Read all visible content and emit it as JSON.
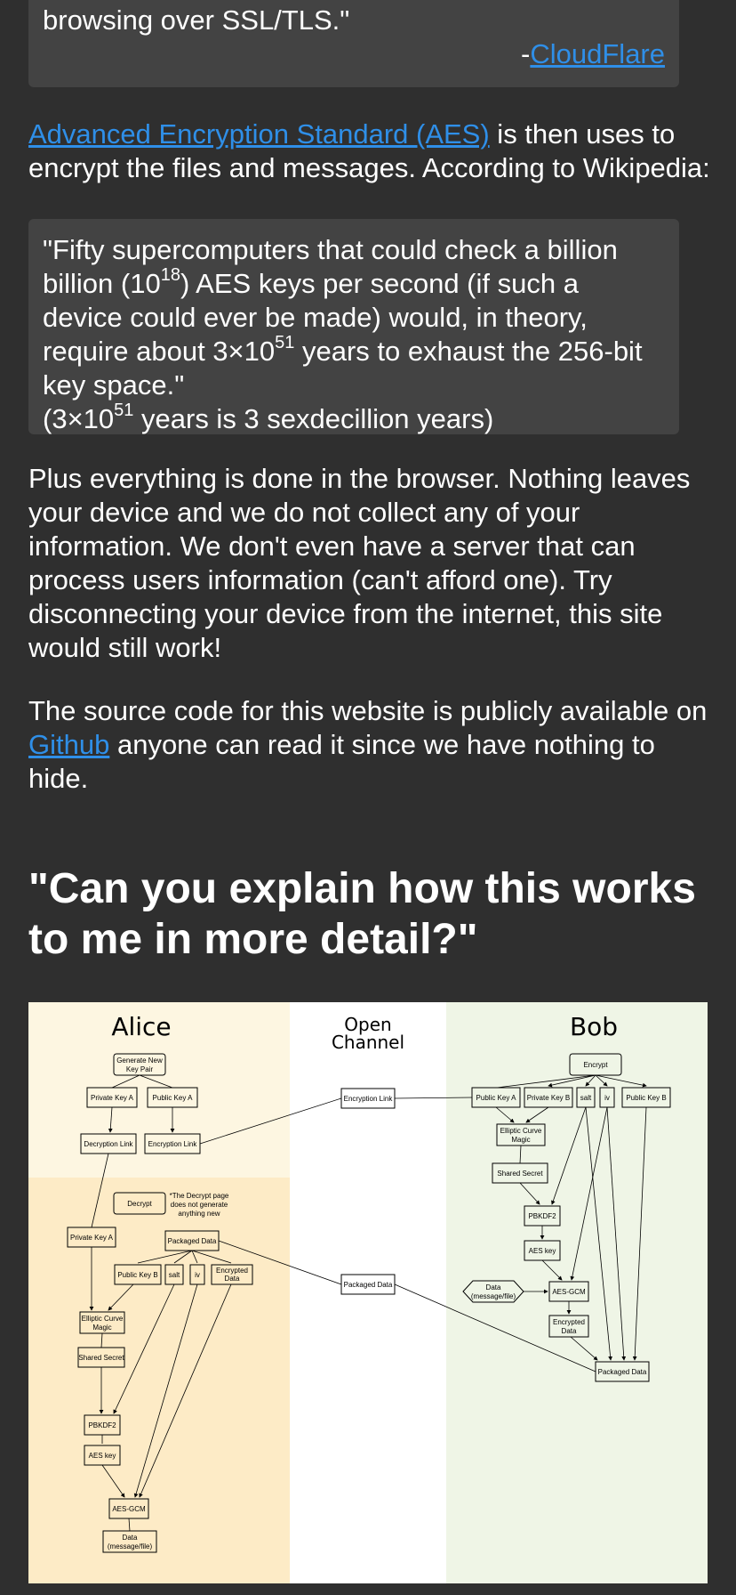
{
  "cloudflare_quote": {
    "text_end": "browsing over SSL/TLS.\"",
    "attribution_dash": "-",
    "attribution_link": "CloudFlare"
  },
  "aes_para": {
    "link": "Advanced Encryption Standard (AES)",
    "text": " is then uses to encrypt the files and messages. According to Wikipedia:"
  },
  "wiki_quote": {
    "part1": "\"Fifty supercomputers that could check a billion billion (10",
    "sup1": "18",
    "part2": ") AES keys per second (if such a device could ever be made) would, in theory, require about 3×10",
    "sup2": "51",
    "part3": " years to exhaust the 256-bit key space.\"",
    "part4": "(3×10",
    "sup3": "51",
    "part5": " years is 3 sexdecillion years)"
  },
  "browser_para": "Plus everything is done in the browser. Nothing leaves your device and we do not collect any of your information. We don't even have a server that can process users information (can't afford one). Try disconnecting your device from the internet, this site would still work!",
  "source_para": {
    "before": "The source code for this website is publicly available on ",
    "link": "Github",
    "after": " anyone can read it since we have nothing to hide."
  },
  "section_heading": "\"Can you explain how this works to me in more detail?\"",
  "diagram": {
    "alice_title": "Alice",
    "channel_title_1": "Open",
    "channel_title_2": "Channel",
    "bob_title": "Bob",
    "alice": {
      "generate_1": "Generate New",
      "generate_2": "Key Pair",
      "private_key_a": "Private Key A",
      "public_key_a": "Public Key A",
      "decryption_link": "Decryption Link",
      "encryption_link": "Encryption Link",
      "decrypt": "Decrypt",
      "note_1": "*The Decrypt page",
      "note_2": "does not generate",
      "note_3": "anything new",
      "private_key_a_2": "Private Key A",
      "packaged_data": "Packaged Data",
      "public_key_b": "Public Key B",
      "salt": "salt",
      "iv": "iv",
      "encrypted_data_1": "Encrypted",
      "encrypted_data_2": "Data",
      "ecm_1": "Elliptic Curve",
      "ecm_2": "Magic",
      "shared_secret": "Shared Secret",
      "pbkdf2": "PBKDF2",
      "aes_key": "AES key",
      "aes_gcm": "AES-GCM",
      "data_1": "Data",
      "data_2": "(message/file)"
    },
    "channel": {
      "encryption_link": "Encryption Link",
      "packaged_data": "Packaged Data"
    },
    "bob": {
      "encrypt": "Encrypt",
      "public_key_a": "Public Key A",
      "private_key_b": "Private Key B",
      "salt": "salt",
      "iv": "iv",
      "public_key_b": "Public Key B",
      "ecm_1": "Elliptic Curve",
      "ecm_2": "Magic",
      "shared_secret": "Shared Secret",
      "pbkdf2": "PBKDF2",
      "aes_key": "AES key",
      "data_1": "Data",
      "data_2": "(message/file)",
      "aes_gcm": "AES-GCM",
      "encrypted_data_1": "Encrypted",
      "encrypted_data_2": "Data",
      "packaged_data": "Packaged Data"
    }
  }
}
